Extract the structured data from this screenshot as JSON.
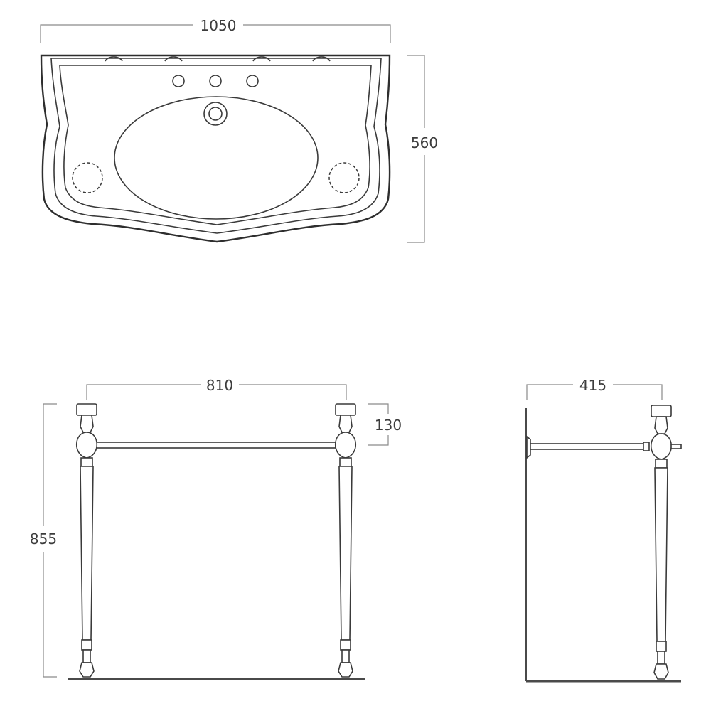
{
  "dimensions": {
    "basin_width": "1050",
    "basin_depth": "560",
    "stand_width": "810",
    "stand_top_height": "130",
    "stand_height": "855",
    "stand_side_depth": "415"
  },
  "colors": {
    "line": "#3a3a3a",
    "dimension_line": "#8a8a8a",
    "text": "#3c3c3c"
  }
}
